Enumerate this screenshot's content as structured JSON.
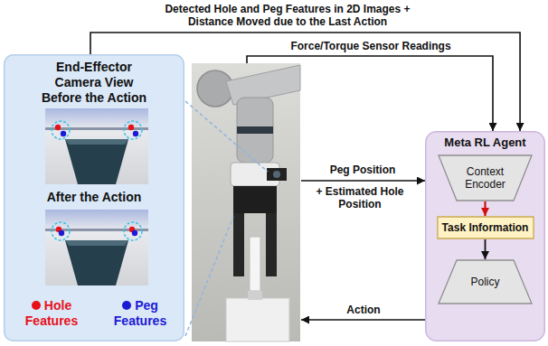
{
  "diagram": {
    "nodes": [
      {
        "text": [
          "End-Effector Camera View Before the Action",
          "After the Action"
        ]
      },
      {
        "text": [
          "Meta RL Agent"
        ]
      },
      {
        "text": [
          "Context Encoder"
        ],
        "in": 1
      },
      {
        "text": [
          "Task Information"
        ],
        "in": 1
      },
      {
        "text": [
          "Policy"
        ],
        "in": 1
      }
    ],
    "edges": [
      {
        "from": 0,
        "to": 1,
        "arrow": "to",
        "label": "Detected Hole and Peg Features in 2D Images + Distance Moved due to the Last Action"
      },
      {
        "from": 2,
        "to": 3,
        "arrow": "to"
      },
      {
        "from": 3,
        "to": 4,
        "arrow": "to"
      }
    ],
    "labels": [
      "Force/Torque Sensor Readings",
      "Peg Position",
      "+ Estimated Hole Position",
      "Action"
    ],
    "legend": [
      {
        "text": "Hole Features",
        "color": "#e8111b"
      },
      {
        "text": "Peg Features",
        "color": "#1b1bd6"
      }
    ]
  }
}
